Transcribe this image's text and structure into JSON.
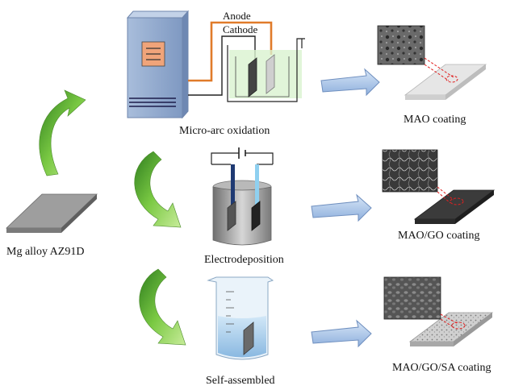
{
  "labels": {
    "anode": "Anode",
    "cathode": "Cathode",
    "micro_arc": "Micro-arc oxidation",
    "electrodeposition": "Electrodeposition",
    "self_assembled": "Self-assembled",
    "substrate": "Mg alloy AZ91D",
    "mao": "MAO coating",
    "mao_go": "MAO/GO coating",
    "mao_go_sa": "MAO/GO/SA coating"
  },
  "colors": {
    "wire_orange": "#e07b2a",
    "cabinet": "#8fa8cc",
    "panel": "#f0a47a",
    "electrolyte": "#d9f2cf",
    "arrow_green": "#7ac943",
    "arrow_blue": "#a9c4e8",
    "dashed_red": "#e02020"
  },
  "icons": [
    "power-supply-icon",
    "electrolysis-tank-icon",
    "electrodeposition-cell-icon",
    "beaker-icon",
    "curved-arrow-icon",
    "block-arrow-icon",
    "sem-micrograph-icon",
    "coated-plate-icon"
  ]
}
